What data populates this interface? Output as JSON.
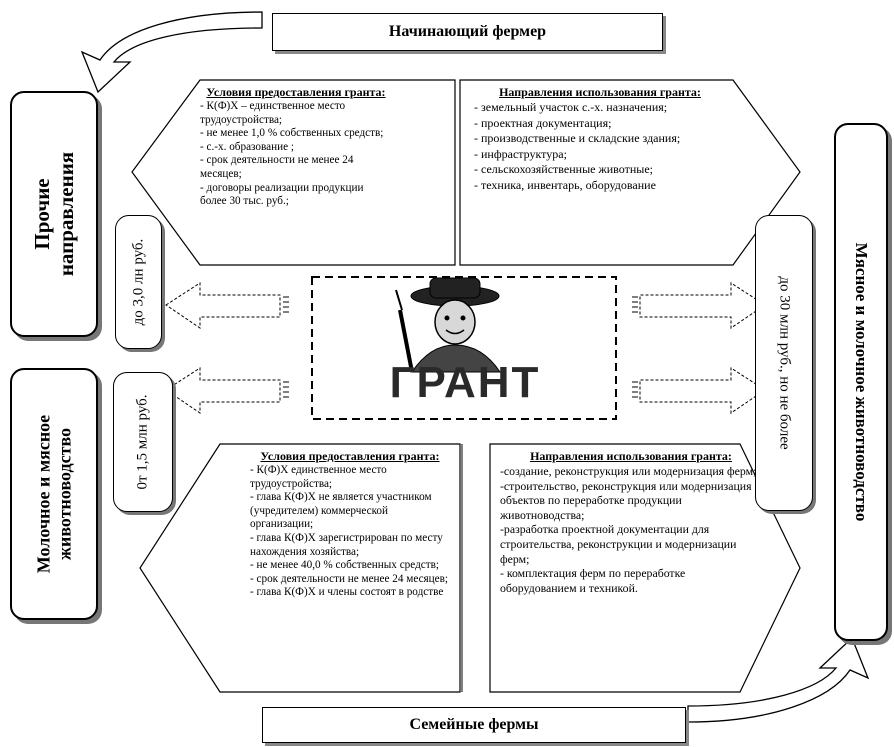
{
  "top_title": "Начинающий фермер",
  "bottom_title": "Семейные фермы",
  "left_top": {
    "title": "Прочие направления",
    "amount": "до 3,0 лн руб."
  },
  "left_bottom": {
    "title": "Молочное и мясное животноводство",
    "amount": "0т 1,5 млн руб."
  },
  "right": {
    "title": "Мясное и молочное животноводство",
    "amount": "до 30 млн руб., но не более"
  },
  "center": {
    "label": "ГРАНТ"
  },
  "top_left_panel": {
    "heading": "Условия предоставления гранта:",
    "items": [
      "- К(Ф)Х – единственное место трудоустройства;",
      "- не менее 1,0 % собственных средств;",
      "- с.-х. образование ;",
      "- срок деятельности  не менее 24 месяцев;",
      " - договоры реализации продукции более 30 тыс. руб.;"
    ]
  },
  "top_right_panel": {
    "heading": "Направления использования гранта:",
    "items": [
      "- земельный участок с.-х. назначения;",
      "- проектная документация;",
      "- производственные и складские здания;",
      "- инфраструктура;",
      "- сельскохозяйственные животные;",
      "- техника, инвентарь, оборудование"
    ]
  },
  "bottom_left_panel": {
    "heading": "Условия предоставления гранта:",
    "items": [
      "- К(Ф)Х единственное место трудоустройства;",
      "- глава К(Ф)Х не является участником (учредителем) коммерческой организации;",
      "- глава К(Ф)Х зарегистрирован по месту нахождения хозяйства;",
      "- не менее 40,0 % собственных средств;",
      "- срок деятельности  не менее 24 месяцев;",
      "- глава К(Ф)Х и члены состоят в родстве"
    ]
  },
  "bottom_right_panel": {
    "heading": "Направления использования гранта:",
    "items": [
      "-создание, реконструкция или модернизация ферм;",
      "-строительство, реконструкция или модернизация объектов по переработке продукции животноводства;",
      "-разработка проектной документации для строительства, реконструкции и модернизации ферм;",
      "- комплектация ферм по переработке оборудованием и техникой."
    ]
  }
}
